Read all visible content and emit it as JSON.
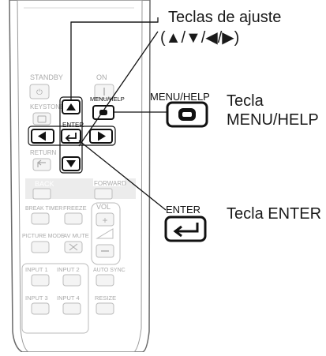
{
  "remote": {
    "standby": "STANDBY",
    "on": "ON",
    "keystone": "KEYSTONE",
    "menu_help": "MENU/HELP",
    "enter": "ENTER",
    "return": "RETURN",
    "back": "BACK",
    "forward": "FORWARD",
    "break_timer": "BREAK TIMER",
    "freeze": "FREEZE",
    "vol": "VOL",
    "picture_mode": "PICTURE MODE",
    "av_mute": "AV MUTE",
    "input1": "INPUT 1",
    "input2": "INPUT 2",
    "auto_sync": "AUTO SYNC",
    "input3": "INPUT 3",
    "input4": "INPUT 4",
    "resize": "RESIZE"
  },
  "callouts": {
    "adjust_line1": "Teclas de ajuste",
    "adjust_line2": "(▲/▼/◀/▶)",
    "menu_key_label": "MENU/HELP",
    "menu_line1": "Tecla",
    "menu_line2": "MENU/HELP",
    "enter_key_label": "ENTER",
    "enter_text": "Tecla ENTER"
  }
}
